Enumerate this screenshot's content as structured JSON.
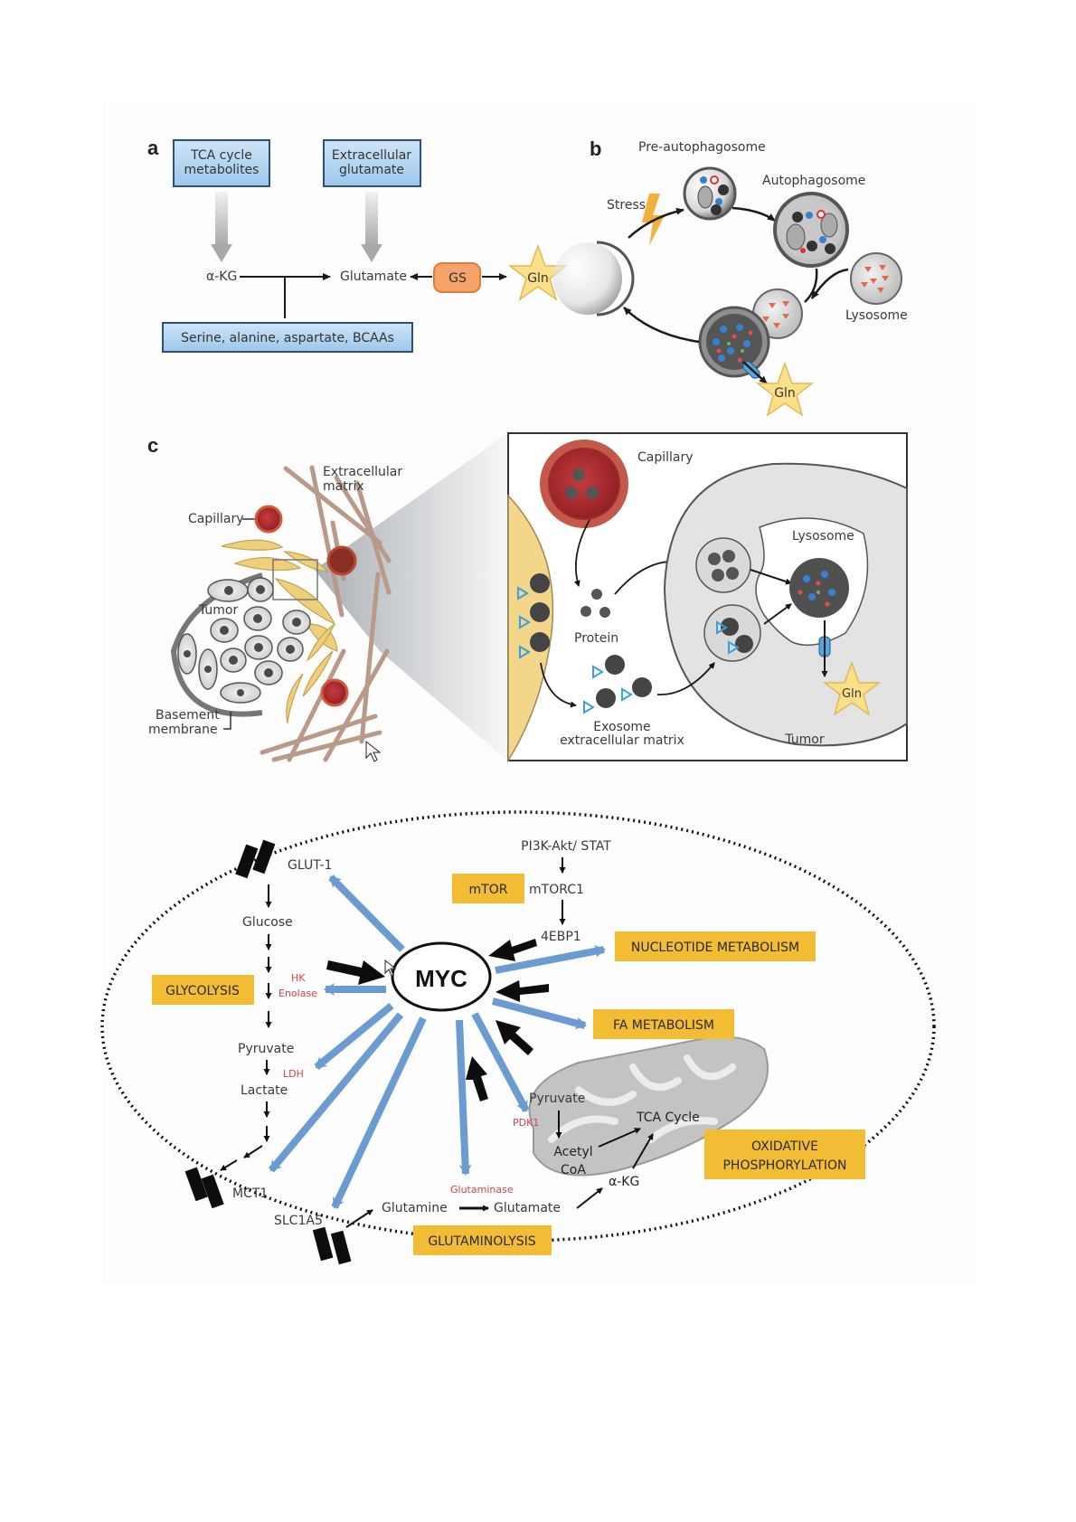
{
  "panel_a": {
    "letter": "a",
    "box_tca_line1": "TCA cycle",
    "box_tca_line2": "metabolites",
    "box_extra_line1": "Extracellular",
    "box_extra_line2": "glutamate",
    "akg": "α-KG",
    "glutamate": "Glutamate",
    "gs": "GS",
    "gln": "Gln",
    "box_amino": "Serine, alanine, aspartate, BCAAs"
  },
  "panel_b": {
    "letter": "b",
    "pre_autophagosome": "Pre-autophagosome",
    "autophagosome": "Autophagosome",
    "stress": "Stress",
    "lysosome": "Lysosome",
    "gln": "Gln"
  },
  "panel_c": {
    "letter": "c",
    "extracellular_matrix_line1": "Extracellular",
    "extracellular_matrix_line2": "matrix",
    "capillary": "Capillary",
    "tumor": "Tumor",
    "basement_line1": "Basement",
    "basement_line2": "membrane",
    "inset": {
      "capillary": "Capillary",
      "lysosome": "Lysosome",
      "protein": "Protein",
      "exosome_line1": "Exosome",
      "exosome_line2": "extracellular matrix",
      "tumor": "Tumor",
      "gln": "Gln"
    }
  },
  "myc_diagram": {
    "center": "MYC",
    "glut1": "GLUT-1",
    "glucose": "Glucose",
    "hk": "HK",
    "enolase": "Enolase",
    "glycolysis": "GLYCOLYSIS",
    "pyruvate_left": "Pyruvate",
    "ldh": "LDH",
    "lactate": "Lactate",
    "mct1": "MCT1",
    "slc1a5": "SLC1A5",
    "glutamine": "Glutamine",
    "glutaminase": "Glutaminase",
    "glutamate": "Glutamate",
    "glutaminolysis": "GLUTAMINOLYSIS",
    "pi3k": "PI3K-Akt/ STAT",
    "mtor": "mTOR",
    "mtorc1": "mTORC1",
    "ebp1": "4EBP1",
    "nucleotide": "NUCLEOTIDE METABOLISM",
    "fa": "FA METABOLISM",
    "pyruvate_right": "Pyruvate",
    "pdk1": "PDK1",
    "acetyl": "Acetyl",
    "coa": "CoA",
    "tca_cycle": "TCA Cycle",
    "akg": "α-KG",
    "oxphos_line1": "OXIDATIVE",
    "oxphos_line2": "PHOSPHORYLATION"
  },
  "colors": {
    "blue_box": "#a9d0ee",
    "blue_box_border": "#2c4f7c",
    "orange_gs": "#f5a36a",
    "star_fill": "#fbe08a",
    "yellow_label": "#f2bd35",
    "myc_arrow_blue": "#6a9bd1",
    "red_text": "#d9404a",
    "capillary_red": "#b6272b"
  }
}
